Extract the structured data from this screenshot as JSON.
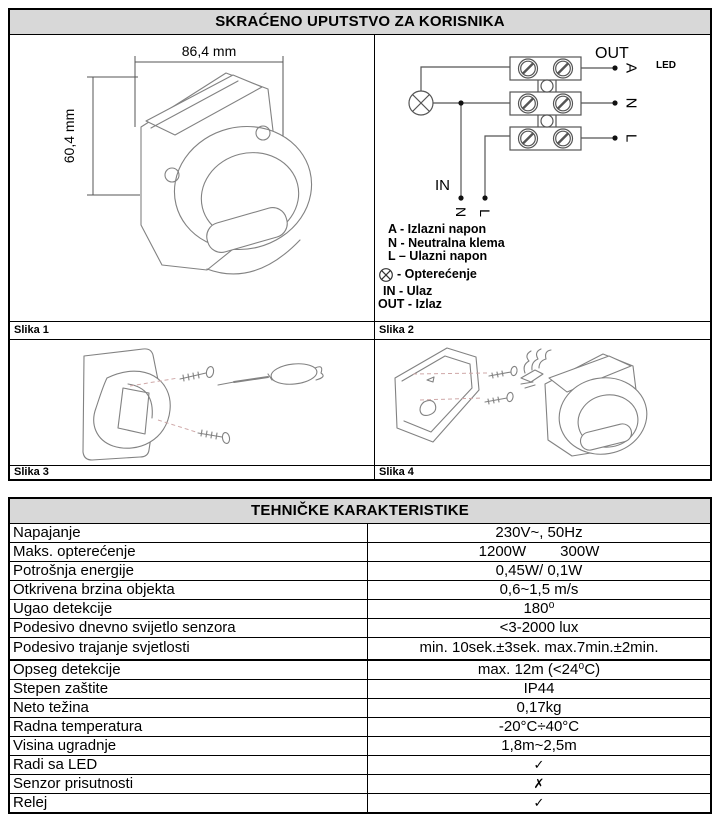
{
  "page": {
    "title": "SKRAĆENO UPUTSTVO ZA KORISNIKA"
  },
  "colors": {
    "header_bg": "#d8d8d8",
    "border": "#000000",
    "line_art": "#828282",
    "leader_dash": "#cfa8a8"
  },
  "figures": {
    "fig1": {
      "caption": "Slika 1",
      "width_label": "86,4 mm",
      "height_label": "60,4 mm"
    },
    "fig2": {
      "caption": "Slika 2",
      "out_label": "OUT",
      "in_label": "IN",
      "led_label": "LED",
      "terminal_a": "A",
      "terminal_n": "N",
      "terminal_l": "L",
      "bottom_n": "N",
      "bottom_l": "L",
      "legend": [
        {
          "text": "A - Izlazni napon"
        },
        {
          "text": "N - Neutralna klema"
        },
        {
          "text": "L – Ulazni napon"
        },
        {
          "text": "- Opterećenje"
        },
        {
          "text": "IN - Ulaz"
        },
        {
          "text": "OUT - Izlaz"
        }
      ]
    },
    "fig3": {
      "caption": "Slika 3"
    },
    "fig4": {
      "caption": "Slika 4"
    }
  },
  "tech_table": {
    "title": "TEHNIČKE KARAKTERISTIKE",
    "rows": [
      {
        "label": "Napajanje",
        "value": "230V~, 50Hz"
      },
      {
        "label": "Maks. opterećenje",
        "value": "1200W",
        "value2": "300W"
      },
      {
        "label": "Potrošnja energije",
        "value": "0,45W/ 0,1W"
      },
      {
        "label": "Otkrivena brzina objekta",
        "value": "0,6~1,5 m/s"
      },
      {
        "label": "Ugao detekcije",
        "value": "180⁰"
      },
      {
        "label": "Podesivo dnevno svijetlo senzora",
        "value": "<3-2000 lux"
      },
      {
        "label": "Podesivo trajanje svjetlosti",
        "value": "min. 10sek.±3sek. max.7min.±2min."
      },
      {
        "label": "Opseg detekcije",
        "value": "max. 12m (<24⁰C)"
      },
      {
        "label": "Stepen zaštite",
        "value": "IP44"
      },
      {
        "label": "Neto težina",
        "value": "0,17kg"
      },
      {
        "label": "Radna temperatura",
        "value": "-20°C÷40°C"
      },
      {
        "label": "Visina ugradnje",
        "value": "1,8m~2,5m"
      },
      {
        "label": "Radi sa LED",
        "value": "✓"
      },
      {
        "label": "Senzor prisutnosti",
        "value": "✗"
      },
      {
        "label": "Relej",
        "value": "✓"
      }
    ]
  }
}
